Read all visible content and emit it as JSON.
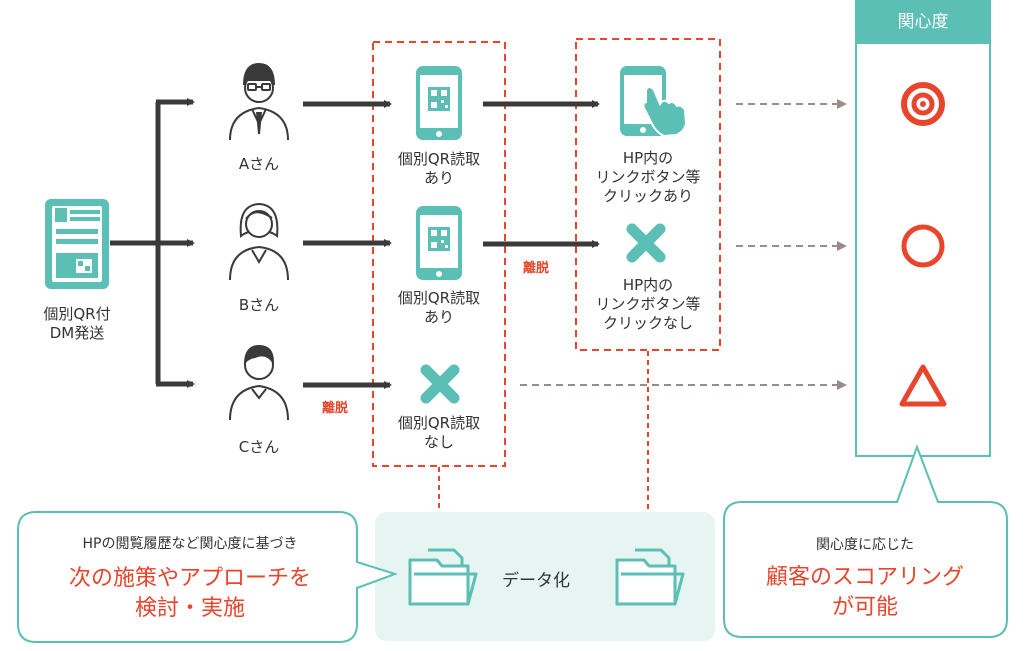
{
  "panel": {
    "title": "関心度"
  },
  "dm": {
    "label_line1": "個別QR付",
    "label_line2": "DM発送"
  },
  "persons": [
    {
      "name": "Aさん"
    },
    {
      "name": "Bさん"
    },
    {
      "name": "Cさん"
    }
  ],
  "qr_results": [
    {
      "line1": "個別QR読取",
      "line2": "あり"
    },
    {
      "line1": "個別QR読取",
      "line2": "あり"
    },
    {
      "line1": "個別QR読取",
      "line2": "なし"
    }
  ],
  "click_results": [
    {
      "line1": "HP内の",
      "line2": "リンクボタン等",
      "line3": "クリックあり"
    },
    {
      "line1": "HP内の",
      "line2": "リンクボタン等",
      "line3": "クリックなし"
    }
  ],
  "dropout_label": "離脱",
  "left_bubble": {
    "small": "HPの閲覧履歴など関心度に基づき",
    "big_line1": "次の施策やアプローチを",
    "big_line2": "検討・実施"
  },
  "data_box": {
    "label": "データ化"
  },
  "right_bubble": {
    "small": "関心度に応じた",
    "big_line1": "顧客のスコアリング",
    "big_line2": "が可能"
  },
  "colors": {
    "teal": "#5bbfb5",
    "red": "#e8452c",
    "dark": "#3a3a3a",
    "gray_arrow": "#9a8a8a",
    "light_teal": "#e6f4f2"
  },
  "scores": [
    "double-circle",
    "circle",
    "triangle"
  ]
}
